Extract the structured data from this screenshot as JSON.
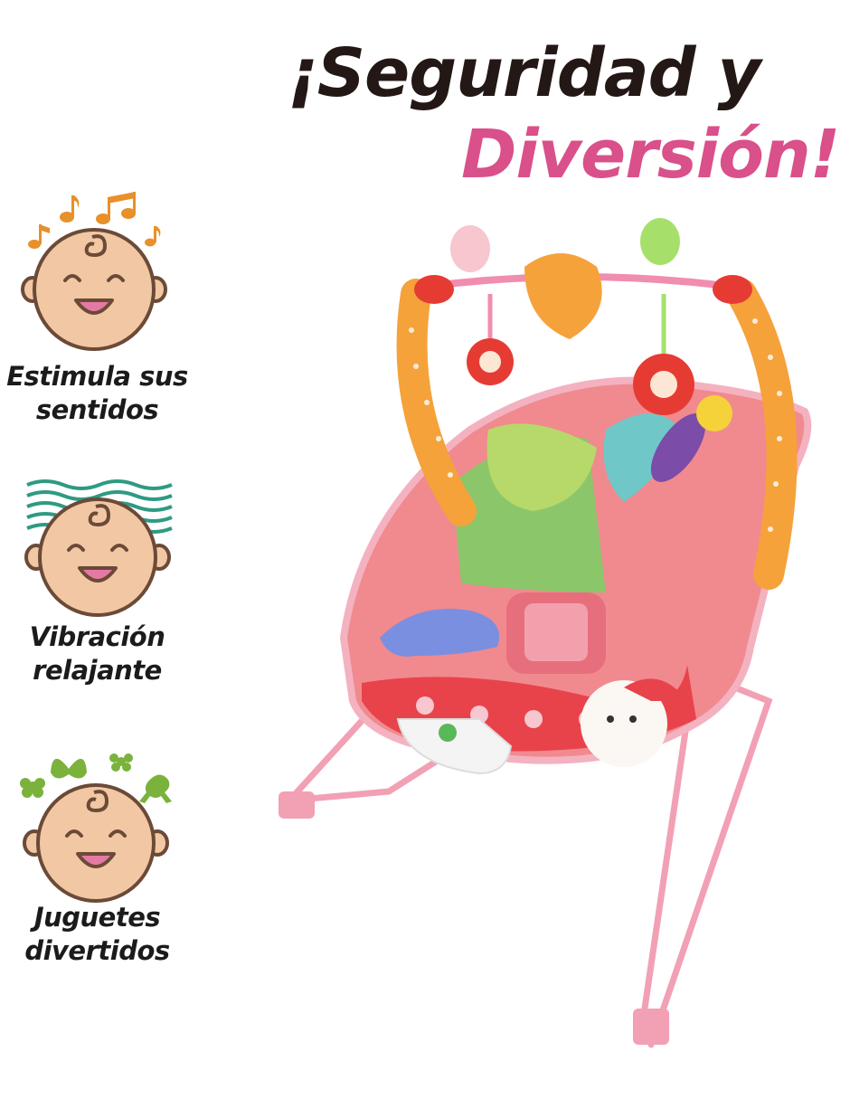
{
  "headline": {
    "line1": "¡Seguridad y",
    "line2": "Diversión!"
  },
  "features": [
    {
      "icon": "music-notes-icon",
      "line1": "Estimula sus",
      "line2": "sentidos"
    },
    {
      "icon": "vibration-waves-icon",
      "line1": "Vibración",
      "line2": "relajante"
    },
    {
      "icon": "butterfly-flower-frog-icon",
      "line1": "Juguetes",
      "line2": "divertidos"
    }
  ],
  "colors": {
    "headline_dark": "#231815",
    "headline_pink": "#d9508a",
    "face_skin": "#f2c8a4",
    "face_outline": "#6b4a38",
    "mouth": "#e47aa3",
    "notes": "#e8902a",
    "waves": "#2f9a83",
    "toys": "#7ab23c"
  },
  "product": {
    "name_icon": "baby-bouncer-image"
  }
}
